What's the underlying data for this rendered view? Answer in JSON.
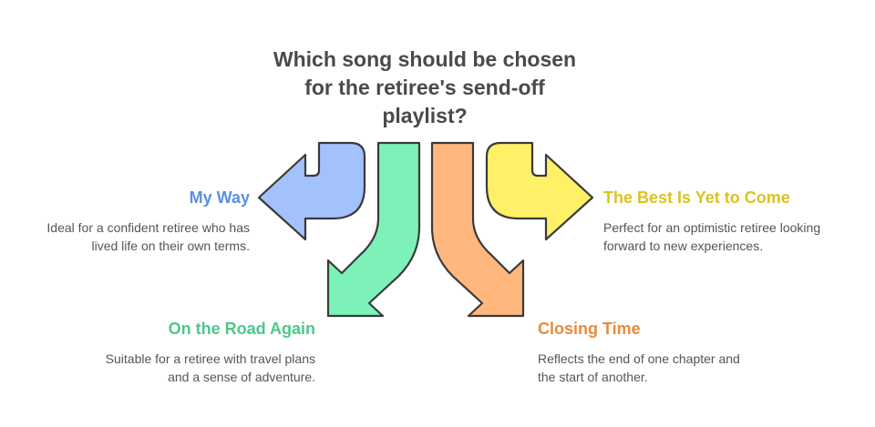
{
  "title_lines": [
    "Which song should be chosen",
    "for the retiree's send-off",
    "playlist?"
  ],
  "options": [
    {
      "title": "My Way",
      "desc_lines": [
        "Ideal for a confident retiree who has",
        "lived life on their own terms."
      ],
      "color": "#5b8fe0",
      "fill": "#a3c2fc"
    },
    {
      "title": "On the Road Again",
      "desc_lines": [
        "Suitable for a retiree with travel plans",
        "and a sense of adventure."
      ],
      "color": "#4cc98b",
      "fill": "#7cf2b8"
    },
    {
      "title": "Closing Time",
      "desc_lines": [
        "Reflects the end of one chapter and",
        "the start of another."
      ],
      "color": "#e98b3a",
      "fill": "#ffb77e"
    },
    {
      "title": "The Best Is Yet to Come",
      "desc_lines": [
        "Perfect for an optimistic retiree looking",
        "forward to new experiences."
      ],
      "color": "#d9c41f",
      "fill": "#fff068"
    }
  ],
  "stroke_color": "#3a3a3a",
  "title_color": "#4a4a4a",
  "desc_color": "#555555"
}
